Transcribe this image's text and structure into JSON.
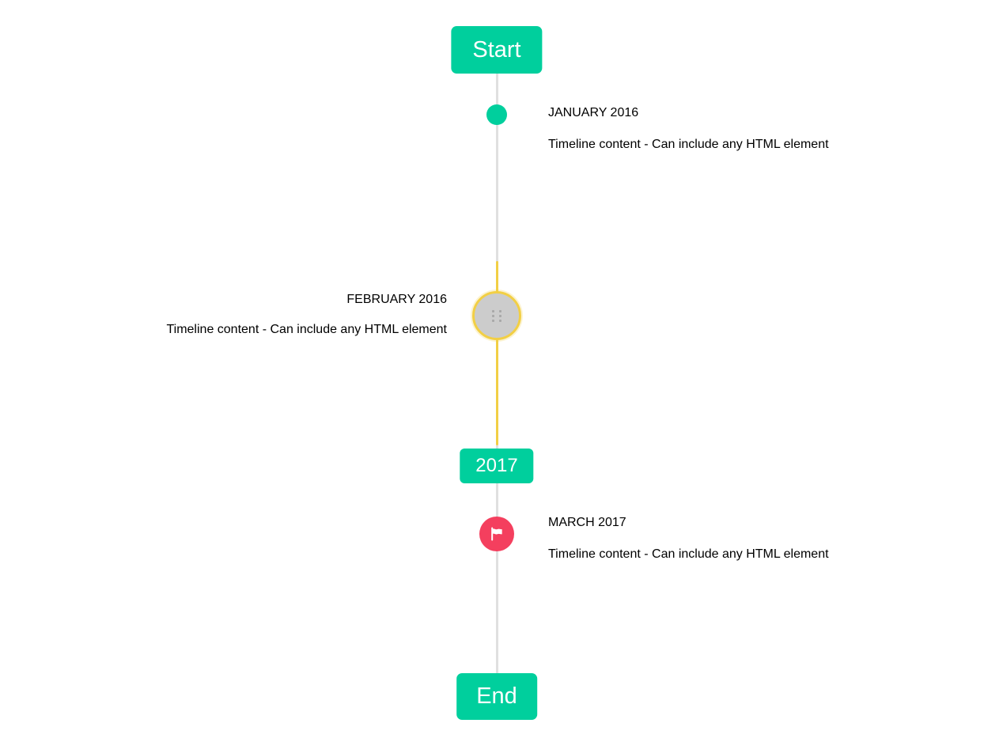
{
  "timeline": {
    "start_label": "Start",
    "end_label": "End",
    "year_badge": "2017",
    "items": [
      {
        "title": "JANUARY 2016",
        "content": "Timeline content - Can include any HTML element",
        "side": "right",
        "marker": "teal-dot"
      },
      {
        "title": "FEBRUARY 2016",
        "content": "Timeline content - Can include any HTML element",
        "side": "left",
        "marker": "yellow-ring-gray-circle"
      },
      {
        "title": "MARCH 2017",
        "content": "Timeline content - Can include any HTML element",
        "side": "right",
        "marker": "red-flag-circle"
      }
    ],
    "colors": {
      "teal": "#00cf9d",
      "yellow": "#f2cf45",
      "red": "#f43f5e",
      "line": "#e0e0e0",
      "circle_fill": "#cccccc",
      "title_text": "#4a4a4a",
      "body_text": "#4d545a",
      "badge_text": "#ffffff"
    }
  }
}
